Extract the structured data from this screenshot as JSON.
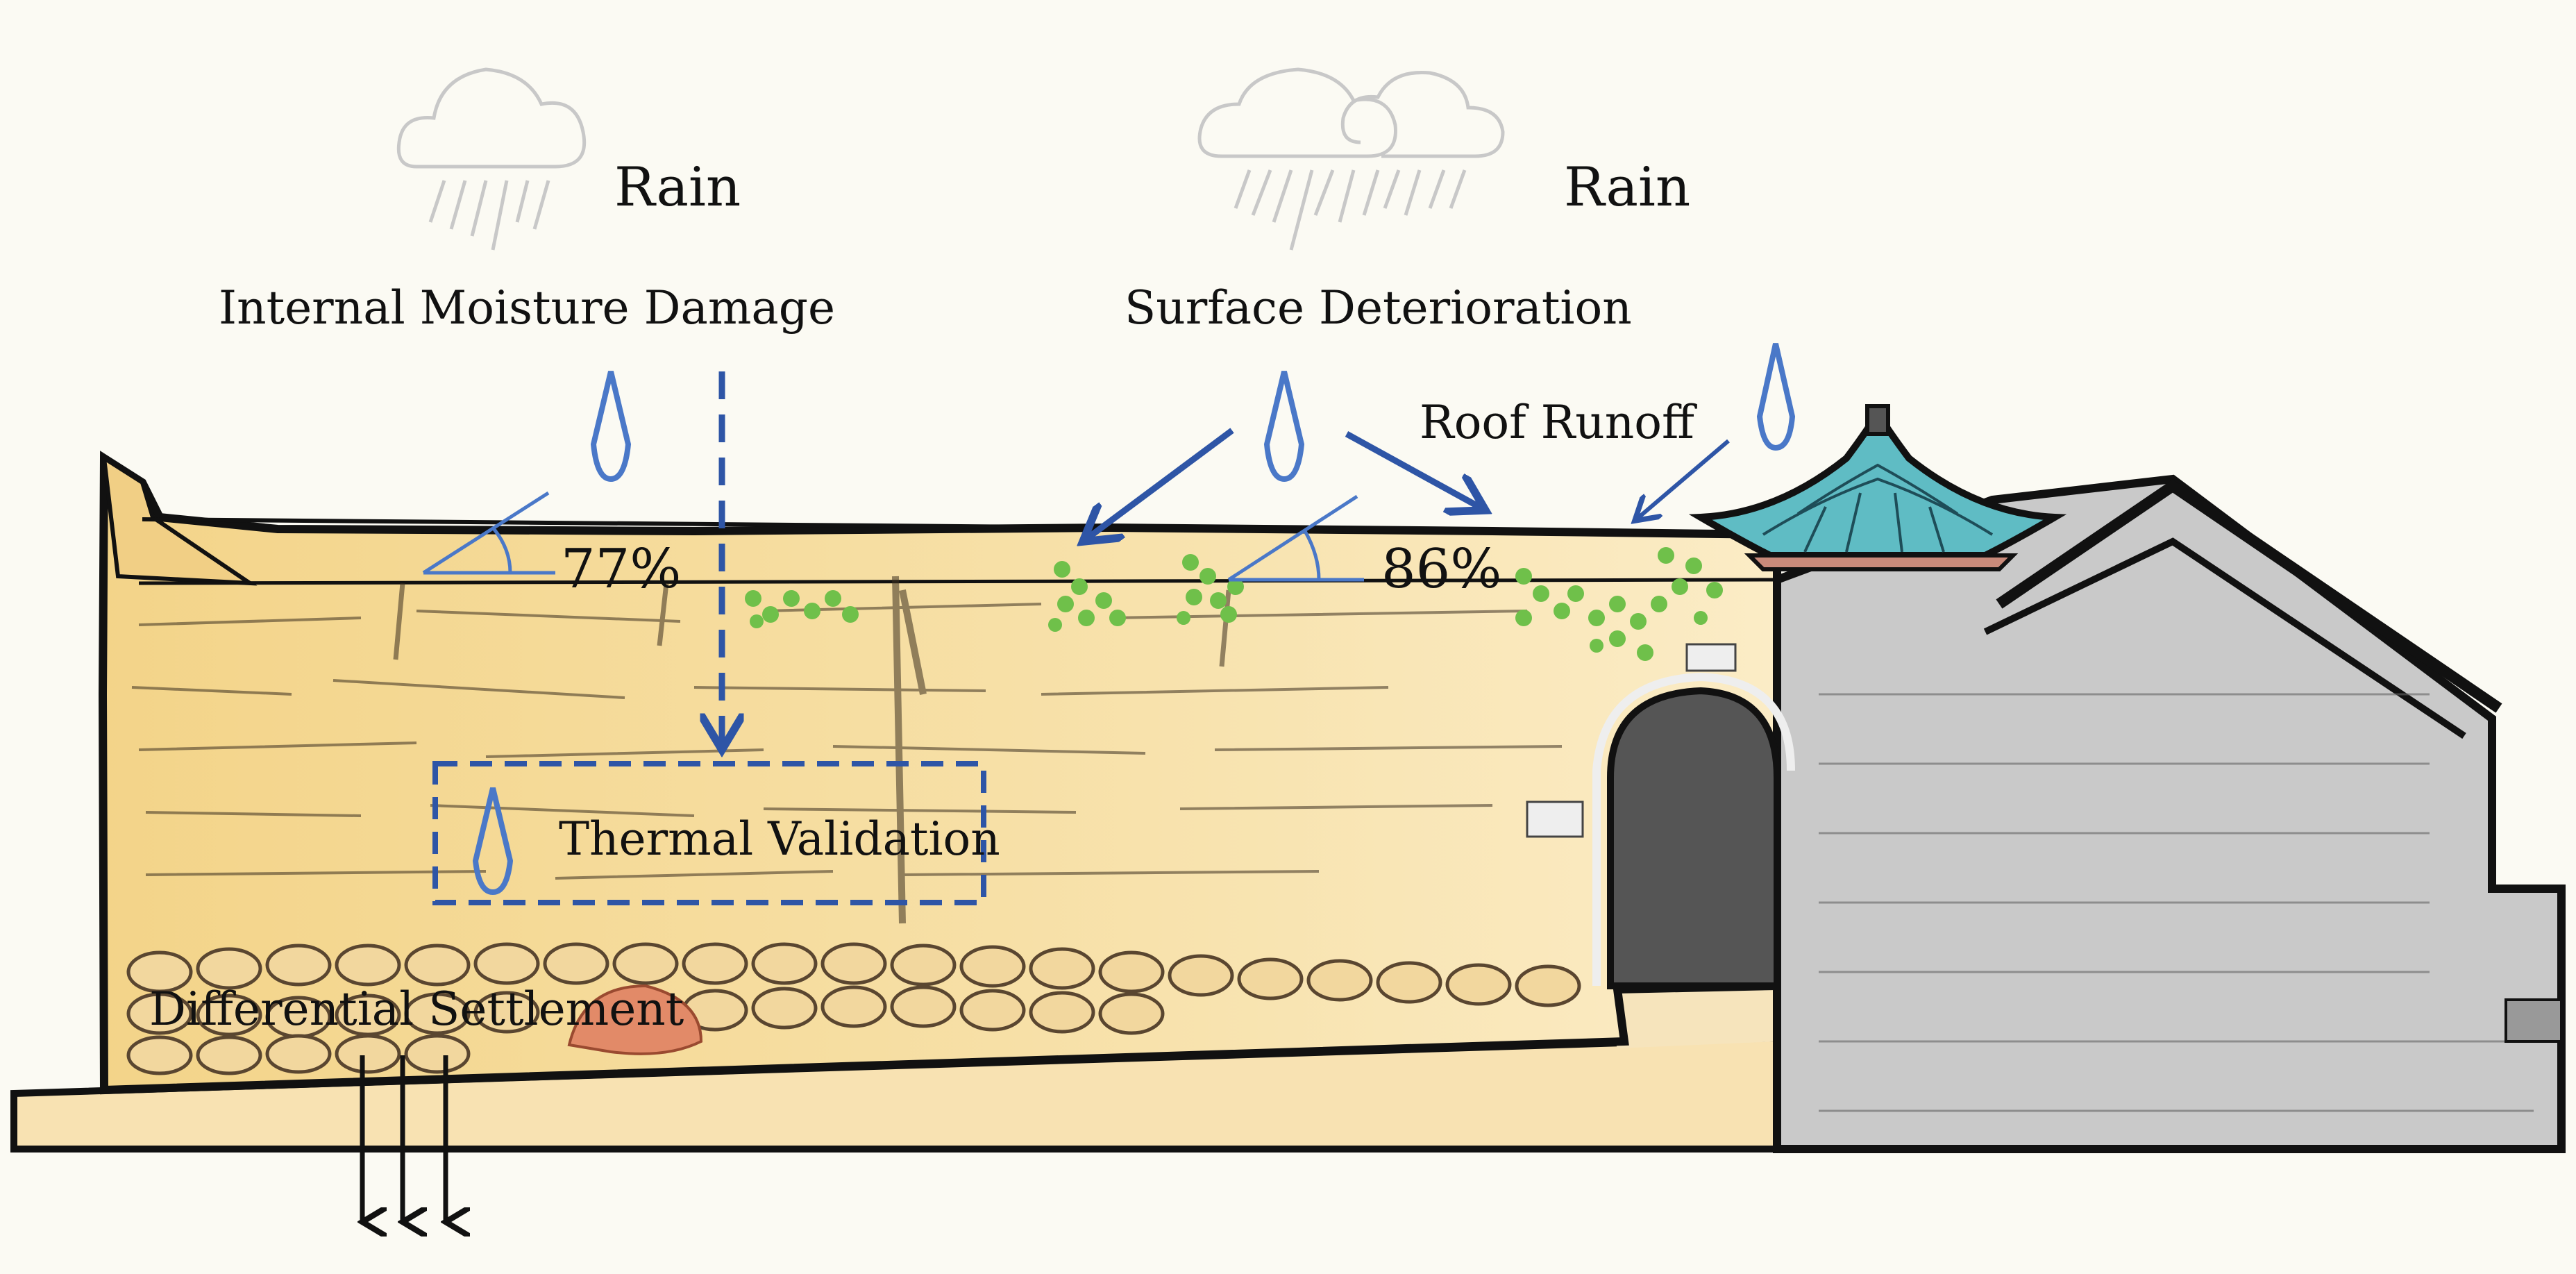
{
  "labels": {
    "rain_left": "Rain",
    "rain_right": "Rain",
    "internal_moisture": "Internal Moisture Damage",
    "surface_deterioration": "Surface Deterioration",
    "roof_runoff": "Roof Runoff",
    "angle_left": "77%",
    "angle_right": "86%",
    "thermal_validation": "Thermal Validation",
    "differential_settlement": "Differential Settlement"
  },
  "colors": {
    "background": "#fbfaf3",
    "wall": "#f6dc9a",
    "building": "#c8c8c8",
    "roof_tiles": "#5fbcc4",
    "arrow_blue": "#2e55a6",
    "drop_blue": "#4a78c8",
    "moss_green": "#6fc04a",
    "settlement_patch": "#e28a68",
    "cloud_gray": "#c8c8c8"
  }
}
